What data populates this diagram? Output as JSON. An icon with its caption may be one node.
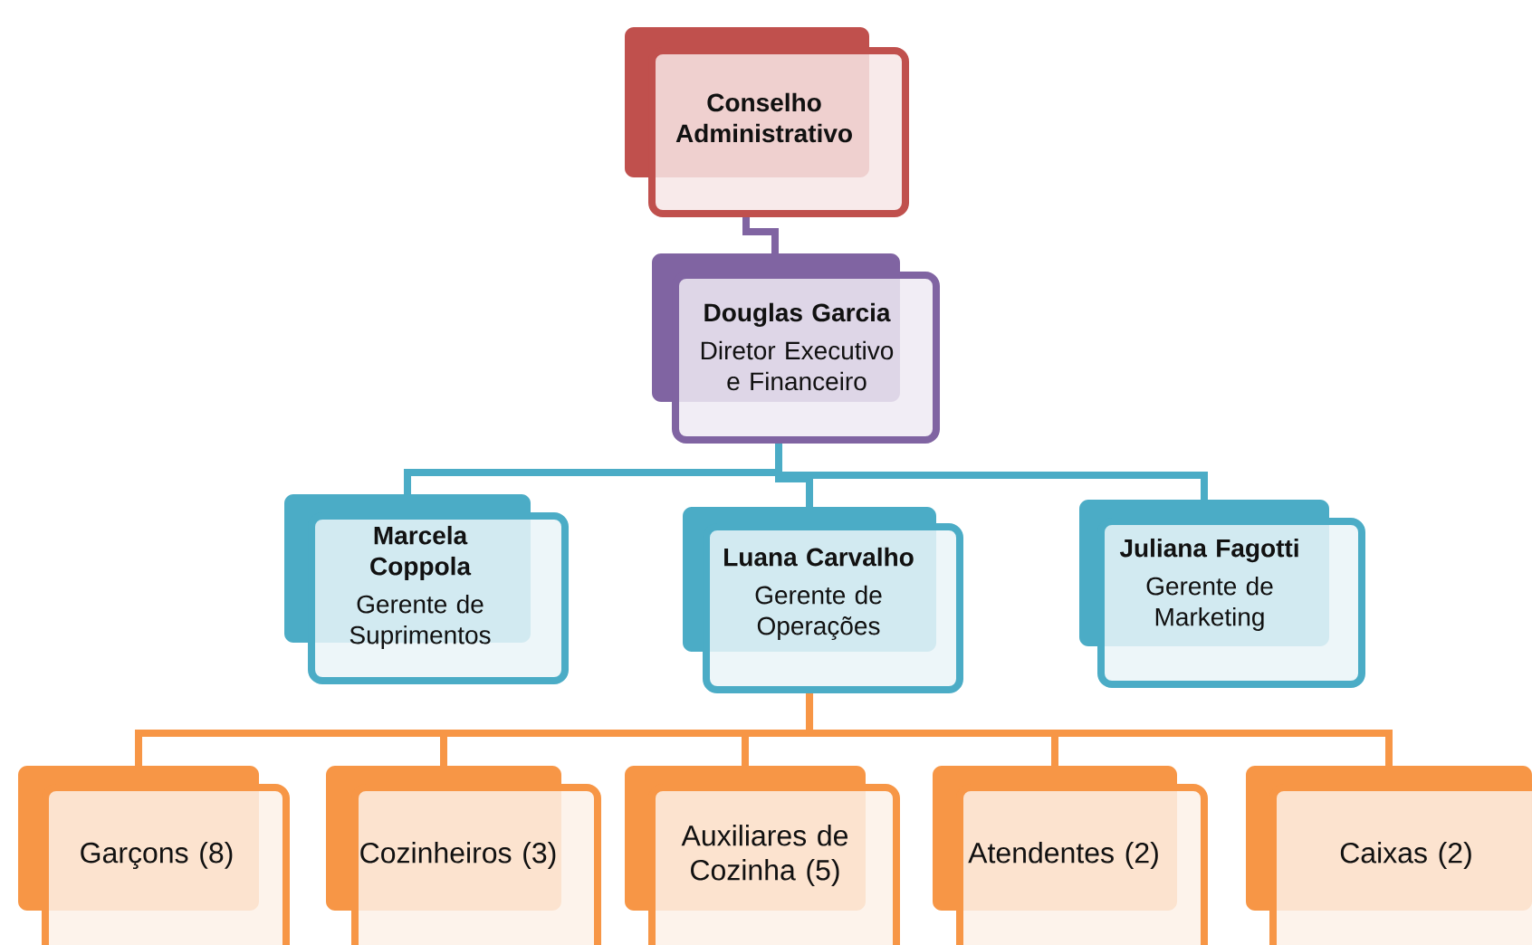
{
  "diagram": {
    "nodes": [
      {
        "text": [
          "Conselho Administrativo"
        ]
      },
      {
        "text": [
          "Douglas Garcia",
          "Diretor Executivo e Financeiro"
        ]
      },
      {
        "text": [
          "Marcela Coppola",
          "Gerente de Suprimentos"
        ]
      },
      {
        "text": [
          "Luana Carvalho",
          "Gerente de Operações"
        ]
      },
      {
        "text": [
          "Juliana  Fagotti",
          "Gerente de Marketing"
        ]
      },
      {
        "text": [
          "Garçons (8)"
        ]
      },
      {
        "text": [
          "Cozinheiros (3)"
        ]
      },
      {
        "text": [
          "Auxiliares de Cozinha (5)"
        ]
      },
      {
        "text": [
          "Atendentes (2)"
        ]
      },
      {
        "text": [
          "Caixas (2)"
        ]
      }
    ],
    "edges": [
      {
        "from": 0,
        "to": 1,
        "arrow": "none",
        "color": "#8064a2"
      },
      {
        "from": 1,
        "to": 2,
        "arrow": "none",
        "color": "#4bacc6"
      },
      {
        "from": 1,
        "to": 3,
        "arrow": "none",
        "color": "#4bacc6"
      },
      {
        "from": 1,
        "to": 4,
        "arrow": "none",
        "color": "#4bacc6"
      },
      {
        "from": 3,
        "to": 5,
        "arrow": "none"
      },
      {
        "from": 3,
        "to": 6,
        "arrow": "none"
      },
      {
        "from": 3,
        "to": 7,
        "arrow": "none"
      },
      {
        "from": 3,
        "to": 8,
        "arrow": "none"
      },
      {
        "from": 3,
        "to": 9,
        "arrow": "none"
      }
    ]
  }
}
